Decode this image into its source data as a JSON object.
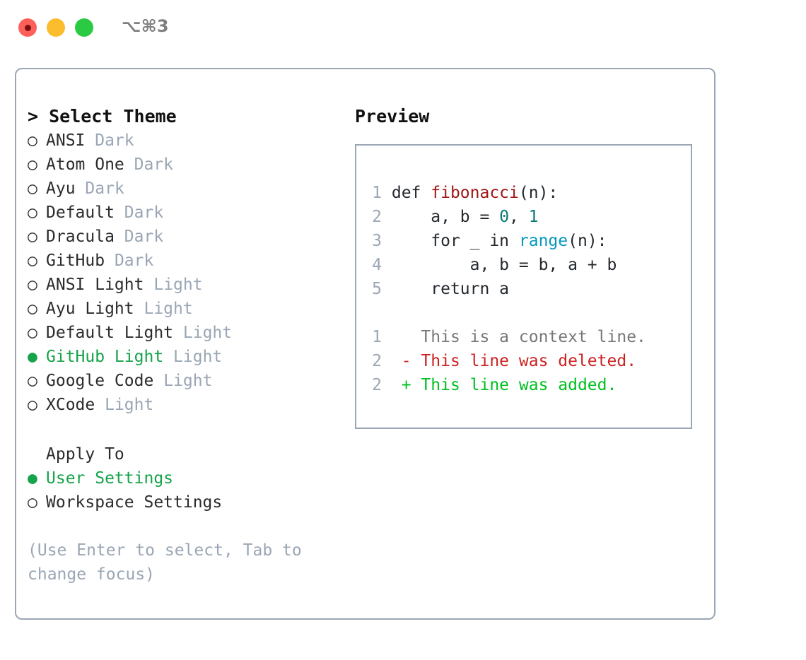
{
  "titlebar": {
    "shortcut": "⌥⌘3",
    "traffic_lights": [
      {
        "name": "close",
        "color": "#fc6058"
      },
      {
        "name": "minimize",
        "color": "#fbbd2e"
      },
      {
        "name": "maximize",
        "color": "#2acb42"
      }
    ]
  },
  "theme_picker": {
    "heading": "> Select Theme",
    "marker_selected": "●",
    "marker_unselected": "○",
    "items": [
      {
        "label": "ANSI",
        "kind": "Dark",
        "selected": false
      },
      {
        "label": "Atom One",
        "kind": "Dark",
        "selected": false
      },
      {
        "label": "Ayu",
        "kind": "Dark",
        "selected": false
      },
      {
        "label": "Default",
        "kind": "Dark",
        "selected": false
      },
      {
        "label": "Dracula",
        "kind": "Dark",
        "selected": false
      },
      {
        "label": "GitHub",
        "kind": "Dark",
        "selected": false
      },
      {
        "label": "ANSI Light",
        "kind": "Light",
        "selected": false
      },
      {
        "label": "Ayu Light",
        "kind": "Light",
        "selected": false
      },
      {
        "label": "Default Light",
        "kind": "Light",
        "selected": false
      },
      {
        "label": "GitHub Light",
        "kind": "Light",
        "selected": true
      },
      {
        "label": "Google Code",
        "kind": "Light",
        "selected": false
      },
      {
        "label": "XCode",
        "kind": "Light",
        "selected": false
      }
    ]
  },
  "apply_to": {
    "heading": "Apply To",
    "items": [
      {
        "label": "User Settings",
        "selected": true
      },
      {
        "label": "Workspace Settings",
        "selected": false
      }
    ]
  },
  "hint": "(Use Enter to select, Tab to change focus)",
  "preview": {
    "title": "Preview",
    "code_lines": [
      {
        "num": "1",
        "tokens": [
          {
            "t": "def ",
            "c": "plain"
          },
          {
            "t": "fibonacci",
            "c": "fn"
          },
          {
            "t": "(n):",
            "c": "plain"
          }
        ]
      },
      {
        "num": "2",
        "tokens": [
          {
            "t": "    a, b = ",
            "c": "plain"
          },
          {
            "t": "0",
            "c": "num"
          },
          {
            "t": ", ",
            "c": "plain"
          },
          {
            "t": "1",
            "c": "num"
          }
        ]
      },
      {
        "num": "3",
        "tokens": [
          {
            "t": "    for _ in ",
            "c": "plain"
          },
          {
            "t": "range",
            "c": "call"
          },
          {
            "t": "(n):",
            "c": "plain"
          }
        ]
      },
      {
        "num": "4",
        "tokens": [
          {
            "t": "        a, b = b, a + b",
            "c": "plain"
          }
        ]
      },
      {
        "num": "5",
        "tokens": [
          {
            "t": "    return a",
            "c": "plain"
          }
        ]
      }
    ],
    "diff_lines": [
      {
        "num": "1",
        "sign": "  ",
        "text": "This is a context line.",
        "kind": "ctx"
      },
      {
        "num": "2",
        "sign": "- ",
        "text": "This line was deleted.",
        "kind": "del"
      },
      {
        "num": "2",
        "sign": "+ ",
        "text": "This line was added.",
        "kind": "add"
      }
    ]
  },
  "colors": {
    "accent_green": "#16a34a",
    "muted": "#9aa6b5",
    "border": "#9aa6b5",
    "fn_red": "#a01717",
    "num_teal": "#0b7a74",
    "call_blue": "#0598bc",
    "diff_add": "#00c020",
    "diff_del": "#cc2222"
  }
}
